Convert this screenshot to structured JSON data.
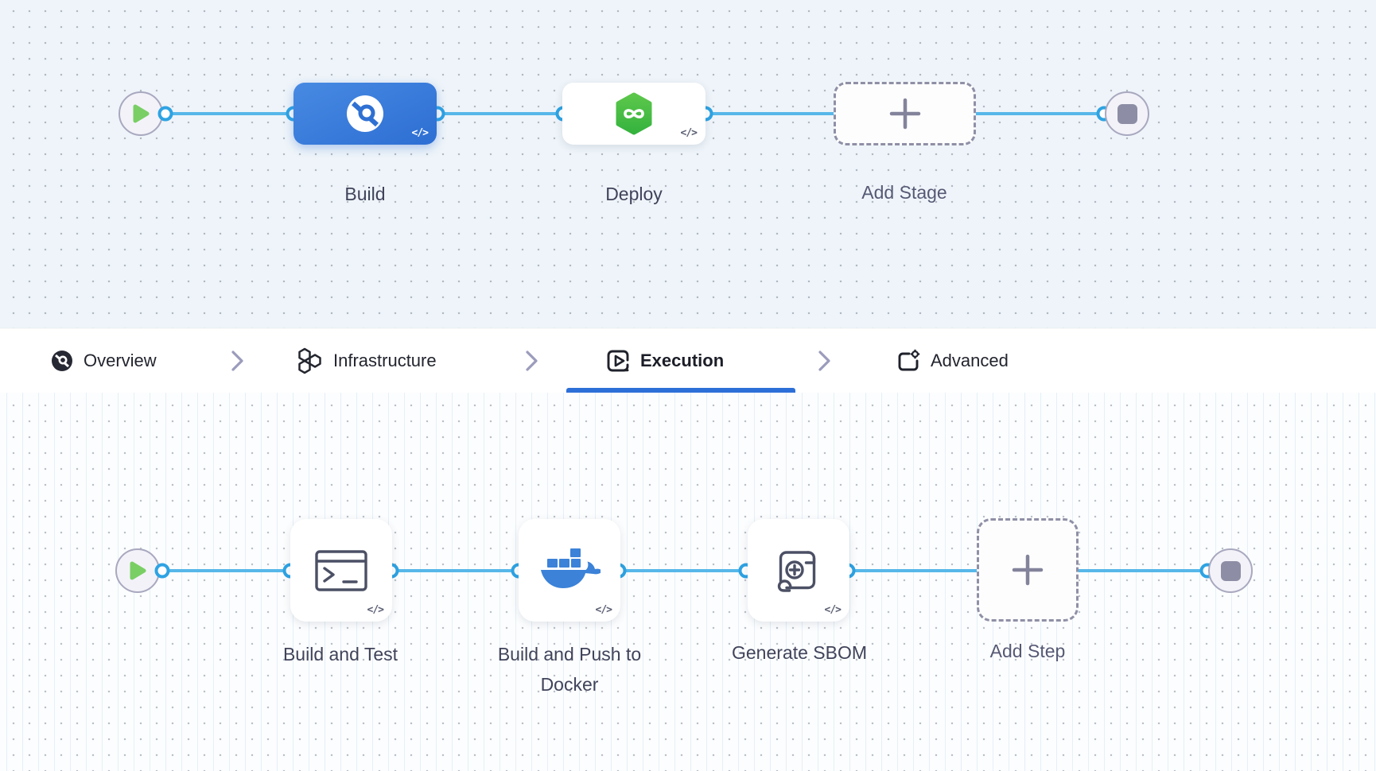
{
  "stage_canvas": {
    "stages": [
      {
        "label": "Build",
        "state": "selected",
        "icon": "harness-ci-icon"
      },
      {
        "label": "Deploy",
        "state": "default",
        "icon": "harness-cd-hexagon-icon"
      }
    ],
    "add_stage_label": "Add Stage"
  },
  "tab_bar": {
    "active_tab": "Execution",
    "tabs": [
      {
        "label": "Overview",
        "icon": "overview-icon"
      },
      {
        "label": "Infrastructure",
        "icon": "infrastructure-hexagons-icon"
      },
      {
        "label": "Execution",
        "icon": "execution-play-icon"
      },
      {
        "label": "Advanced",
        "icon": "advanced-gear-icon"
      }
    ]
  },
  "step_canvas": {
    "steps": [
      {
        "label": "Build and Test",
        "icon": "terminal-icon"
      },
      {
        "label": "Build and Push to Docker",
        "icon": "docker-whale-icon"
      },
      {
        "label": "Generate SBOM",
        "icon": "sbom-scroll-icon"
      }
    ],
    "add_step_label": "Add Step"
  },
  "glyphs": {
    "code_toggle": "</>"
  },
  "icons": {
    "start_node": "play-circle",
    "end_node": "stop-circle",
    "connector": "link-dot",
    "add": "plus"
  },
  "colors": {
    "edge_blue": "#57b7e9",
    "connector_ring": "#2ea3e3",
    "selected_stage_blue": "#2d6ed3",
    "deploy_green": "#43bd41",
    "docker_blue": "#3b82d8",
    "active_tab_underline": "#2d6fd8",
    "play_green": "#79cf64"
  }
}
